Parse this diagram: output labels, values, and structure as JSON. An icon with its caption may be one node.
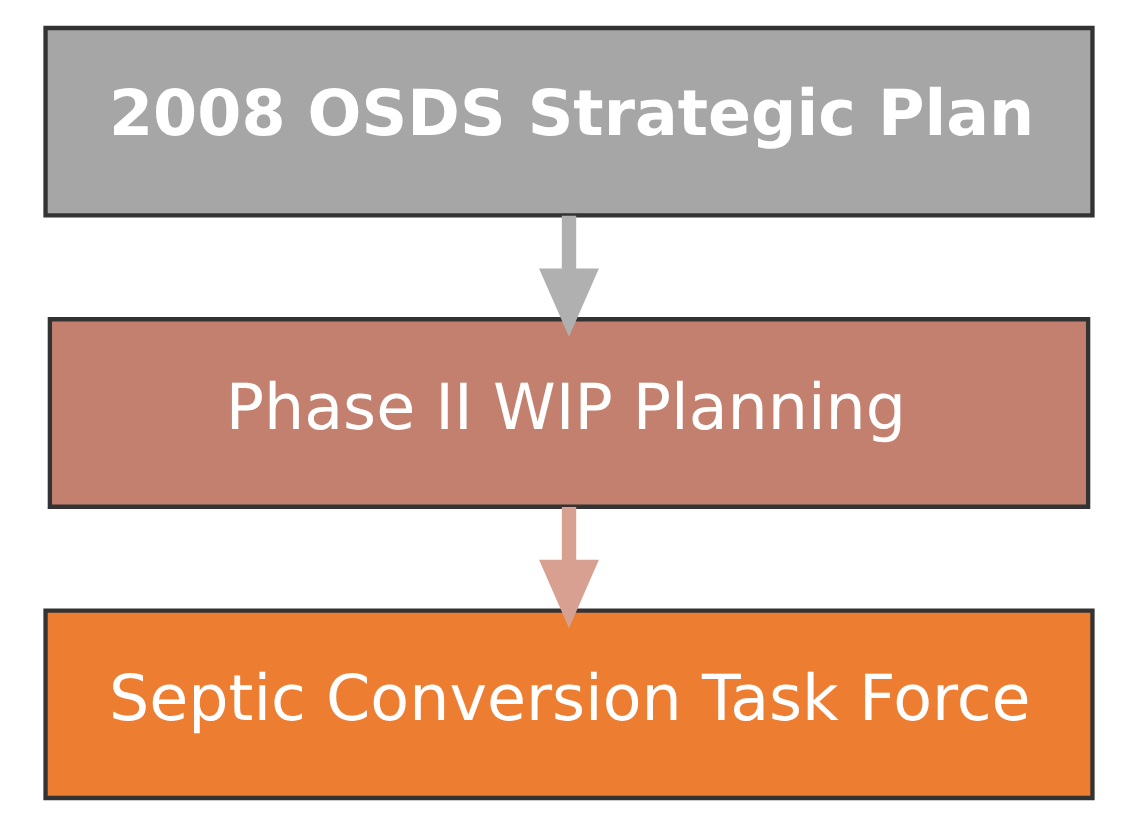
{
  "diagram": {
    "nodes": [
      {
        "text": [
          "2008 OSDS Strategic Plan"
        ]
      },
      {
        "text": [
          "Phase II WIP Planning"
        ]
      },
      {
        "text": [
          "Septic Conversion Task Force"
        ]
      }
    ],
    "edges": [
      {
        "from": 0,
        "to": 1,
        "arrow": "to",
        "color": "#b0b0b0"
      },
      {
        "from": 1,
        "to": 2,
        "arrow": "to",
        "color": "#d8a090"
      }
    ]
  }
}
